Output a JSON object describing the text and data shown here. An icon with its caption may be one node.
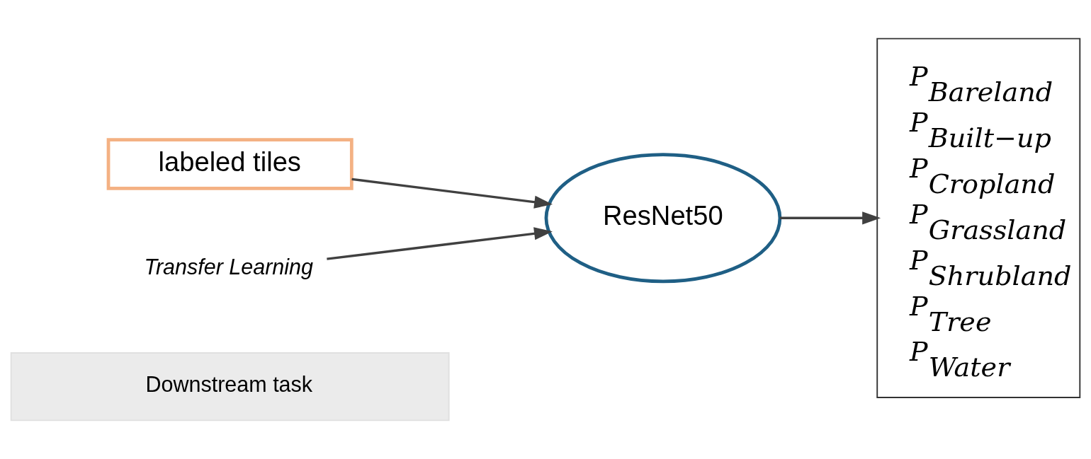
{
  "diagram": {
    "nodes": [
      {
        "text": [
          "Downstream task"
        ]
      },
      {
        "text": [
          "labeled tiles"
        ]
      },
      {
        "text": [
          "Transfer Learning"
        ]
      },
      {
        "text": [
          "ResNet50"
        ]
      },
      {
        "text": [
          "P$_{Bareland}$",
          "P$_{Built−up}$",
          "P$_{Cropland}$",
          "P$_{Grassland}$",
          "P$_{Shrubland}$",
          "P$_{Tree}$",
          "P$_{Water}$"
        ]
      }
    ],
    "edges": [
      {
        "from": 1,
        "to": 3,
        "arrow": "to"
      },
      {
        "from": 2,
        "to": 3,
        "arrow": "to"
      },
      {
        "from": 3,
        "to": 4,
        "arrow": "to"
      }
    ]
  }
}
